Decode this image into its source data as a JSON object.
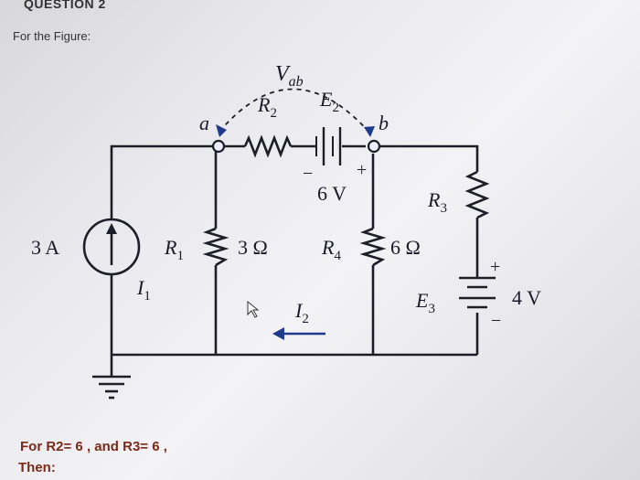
{
  "question": {
    "title": "QUESTION 2",
    "intro": "For the Figure:",
    "given": "For  R2= 6 , and  R3= 6 ,",
    "then": "Then:"
  },
  "figure": {
    "vab_label_main": "V",
    "vab_label_sub": "ab",
    "node_a": "a",
    "node_b": "b",
    "r2_main": "R",
    "r2_sub": "2",
    "e2_main": "E",
    "e2_sub": "2",
    "e2_value": "6 V",
    "e2_minus": "−",
    "e2_plus": "+",
    "r3_main": "R",
    "r3_sub": "3",
    "source_value": "3 A",
    "i1_main": "I",
    "i1_sub": "1",
    "r1_main": "R",
    "r1_sub": "1",
    "r1_value": "3 Ω",
    "r4_main": "R",
    "r4_sub": "4",
    "r4_value": "6 Ω",
    "i2_main": "I",
    "i2_sub": "2",
    "e3_main": "E",
    "e3_sub": "3",
    "e3_value": "4 V",
    "e3_plus": "+",
    "e3_minus": "−"
  }
}
